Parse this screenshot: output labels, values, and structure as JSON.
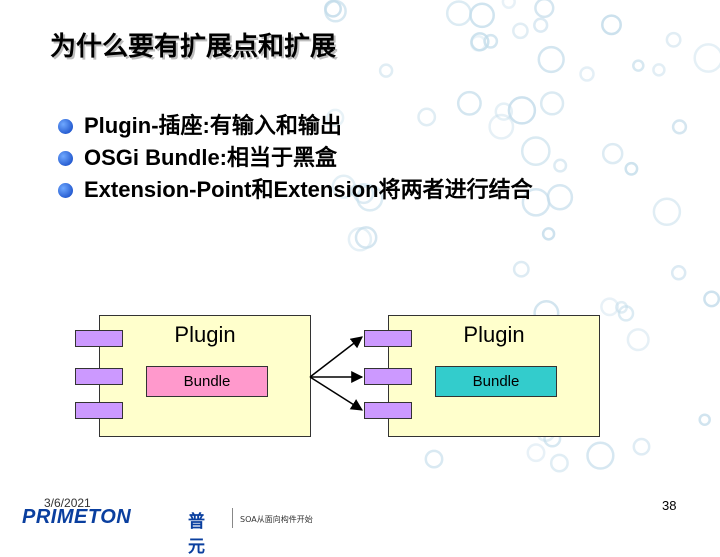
{
  "slide": {
    "title": "为什么要有扩展点和扩展",
    "bullets": [
      {
        "text": "Plugin-插座:有输入和输出"
      },
      {
        "text": "OSGi Bundle:相当于黑盒"
      },
      {
        "text": "Extension-Point和Extension将两者进行结合"
      }
    ],
    "diagram": {
      "left_box": {
        "label": "Plugin",
        "bundle_label": "Bundle",
        "bundle_color": "#ff99cc"
      },
      "right_box": {
        "label": "Plugin",
        "bundle_label": "Bundle",
        "bundle_color": "#33cccc"
      },
      "box_fill": "#ffffcc",
      "connector_color": "#cc99ff"
    },
    "footer": {
      "date": "3/6/2021",
      "page_number": "38",
      "logo_brand": "PRIMETON",
      "logo_chinese": "普元",
      "logo_tagline": "SOA从面向构件开始"
    }
  }
}
